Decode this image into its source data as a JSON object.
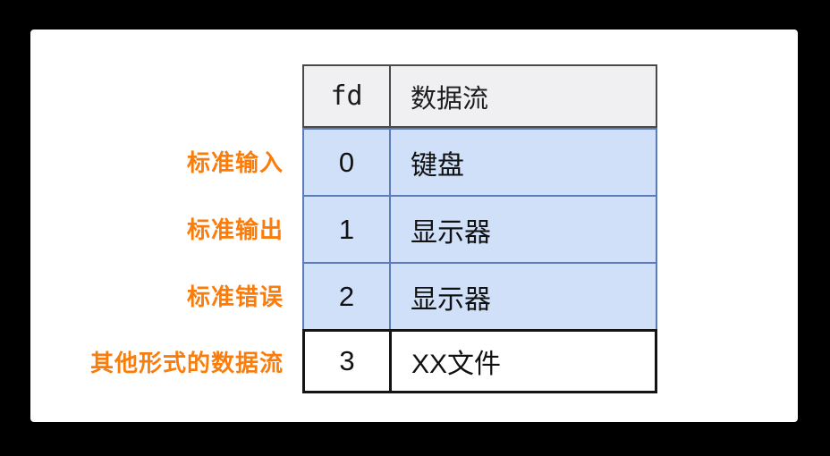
{
  "colors": {
    "background": "#000000",
    "card": "#ffffff",
    "header_bg": "#f0f0f2",
    "header_border": "#4a4a4a",
    "blue_row_bg": "#cfe0f8",
    "blue_row_border": "#5b7cb8",
    "white_row_border": "#141414",
    "label_orange": "#fa7d0c"
  },
  "table": {
    "header": {
      "fd": "fd",
      "stream": "数据流"
    },
    "rows": [
      {
        "label": "标准输入",
        "fd": "0",
        "stream": "键盘"
      },
      {
        "label": "标准输出",
        "fd": "1",
        "stream": "显示器"
      },
      {
        "label": "标准错误",
        "fd": "2",
        "stream": "显示器"
      },
      {
        "label": "其他形式的数据流",
        "fd": "3",
        "stream": "XX文件"
      }
    ]
  }
}
